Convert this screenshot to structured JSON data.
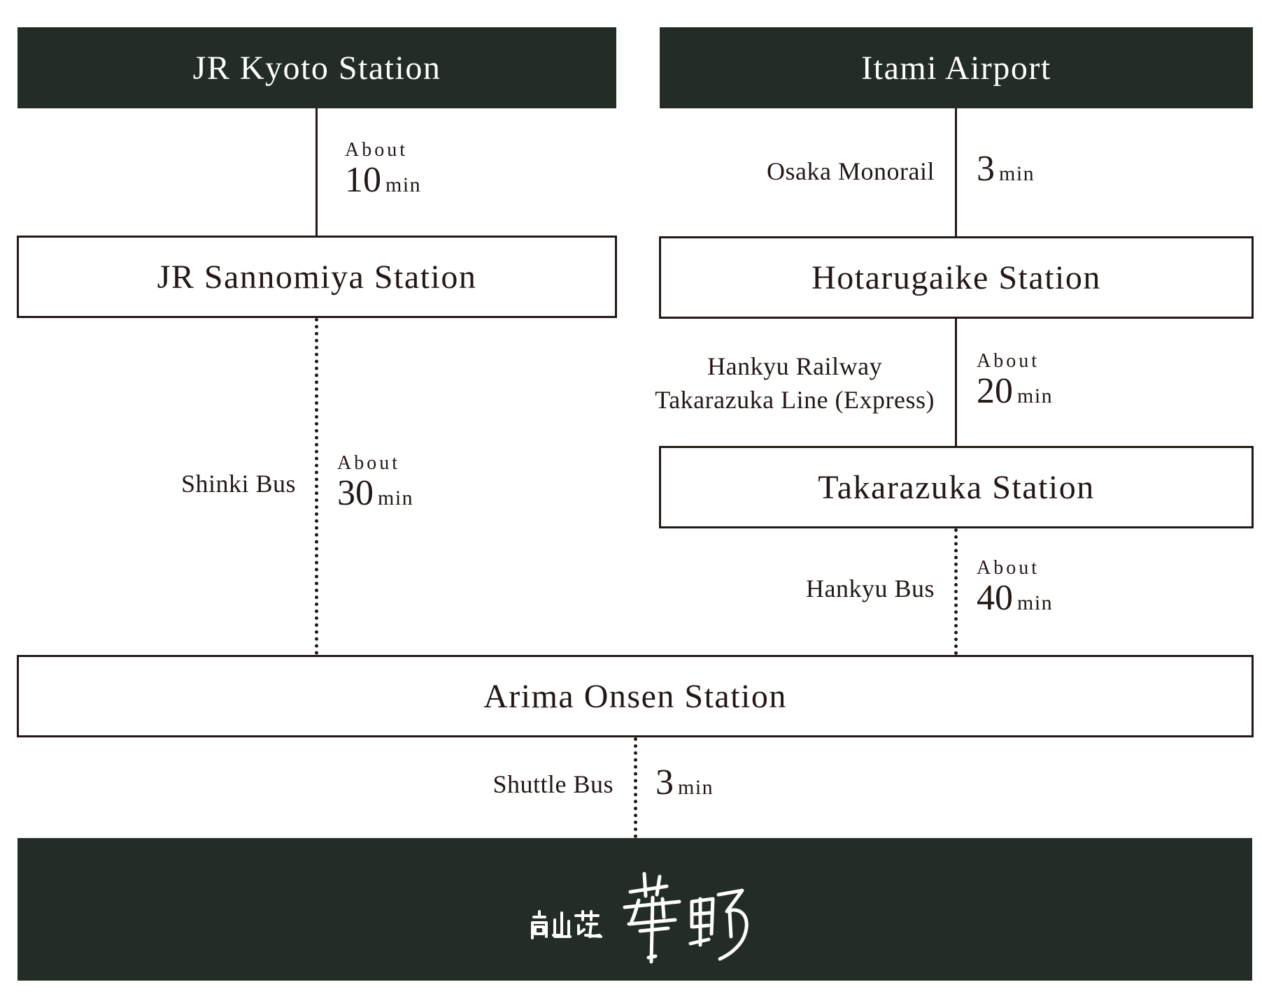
{
  "stations": {
    "kyoto": "JR Kyoto Station",
    "itami": "Itami Airport",
    "sannomiya": "JR Sannomiya Station",
    "hotarugaike": "Hotarugaike Station",
    "takarazuka": "Takarazuka Station",
    "arima": "Arima Onsen Station"
  },
  "routes": {
    "kyoto_sannomiya": {
      "mode": "",
      "about": "About",
      "value": "10",
      "unit": "min"
    },
    "itami_hotarugaike": {
      "mode": "Osaka Monorail",
      "about": "",
      "value": "3",
      "unit": "min"
    },
    "sannomiya_arima": {
      "mode": "Shinki Bus",
      "about": "About",
      "value": "30",
      "unit": "min"
    },
    "hotarugaike_takarazuka": {
      "mode_line1": "Hankyu Railway",
      "mode_line2": "Takarazuka Line (Express)",
      "about": "About",
      "value": "20",
      "unit": "min"
    },
    "takarazuka_arima": {
      "mode": "Hankyu Bus",
      "about": "About",
      "value": "40",
      "unit": "min"
    },
    "arima_hotel": {
      "mode": "Shuttle Bus",
      "about": "",
      "value": "3",
      "unit": "min"
    }
  },
  "destination": {
    "logo_text": "高山荘 華野",
    "logo_type": "calligraphy-logo"
  },
  "colors": {
    "dark_box": "#232d26",
    "text": "#231815",
    "line": "#231815",
    "light_text": "#ffffff"
  }
}
